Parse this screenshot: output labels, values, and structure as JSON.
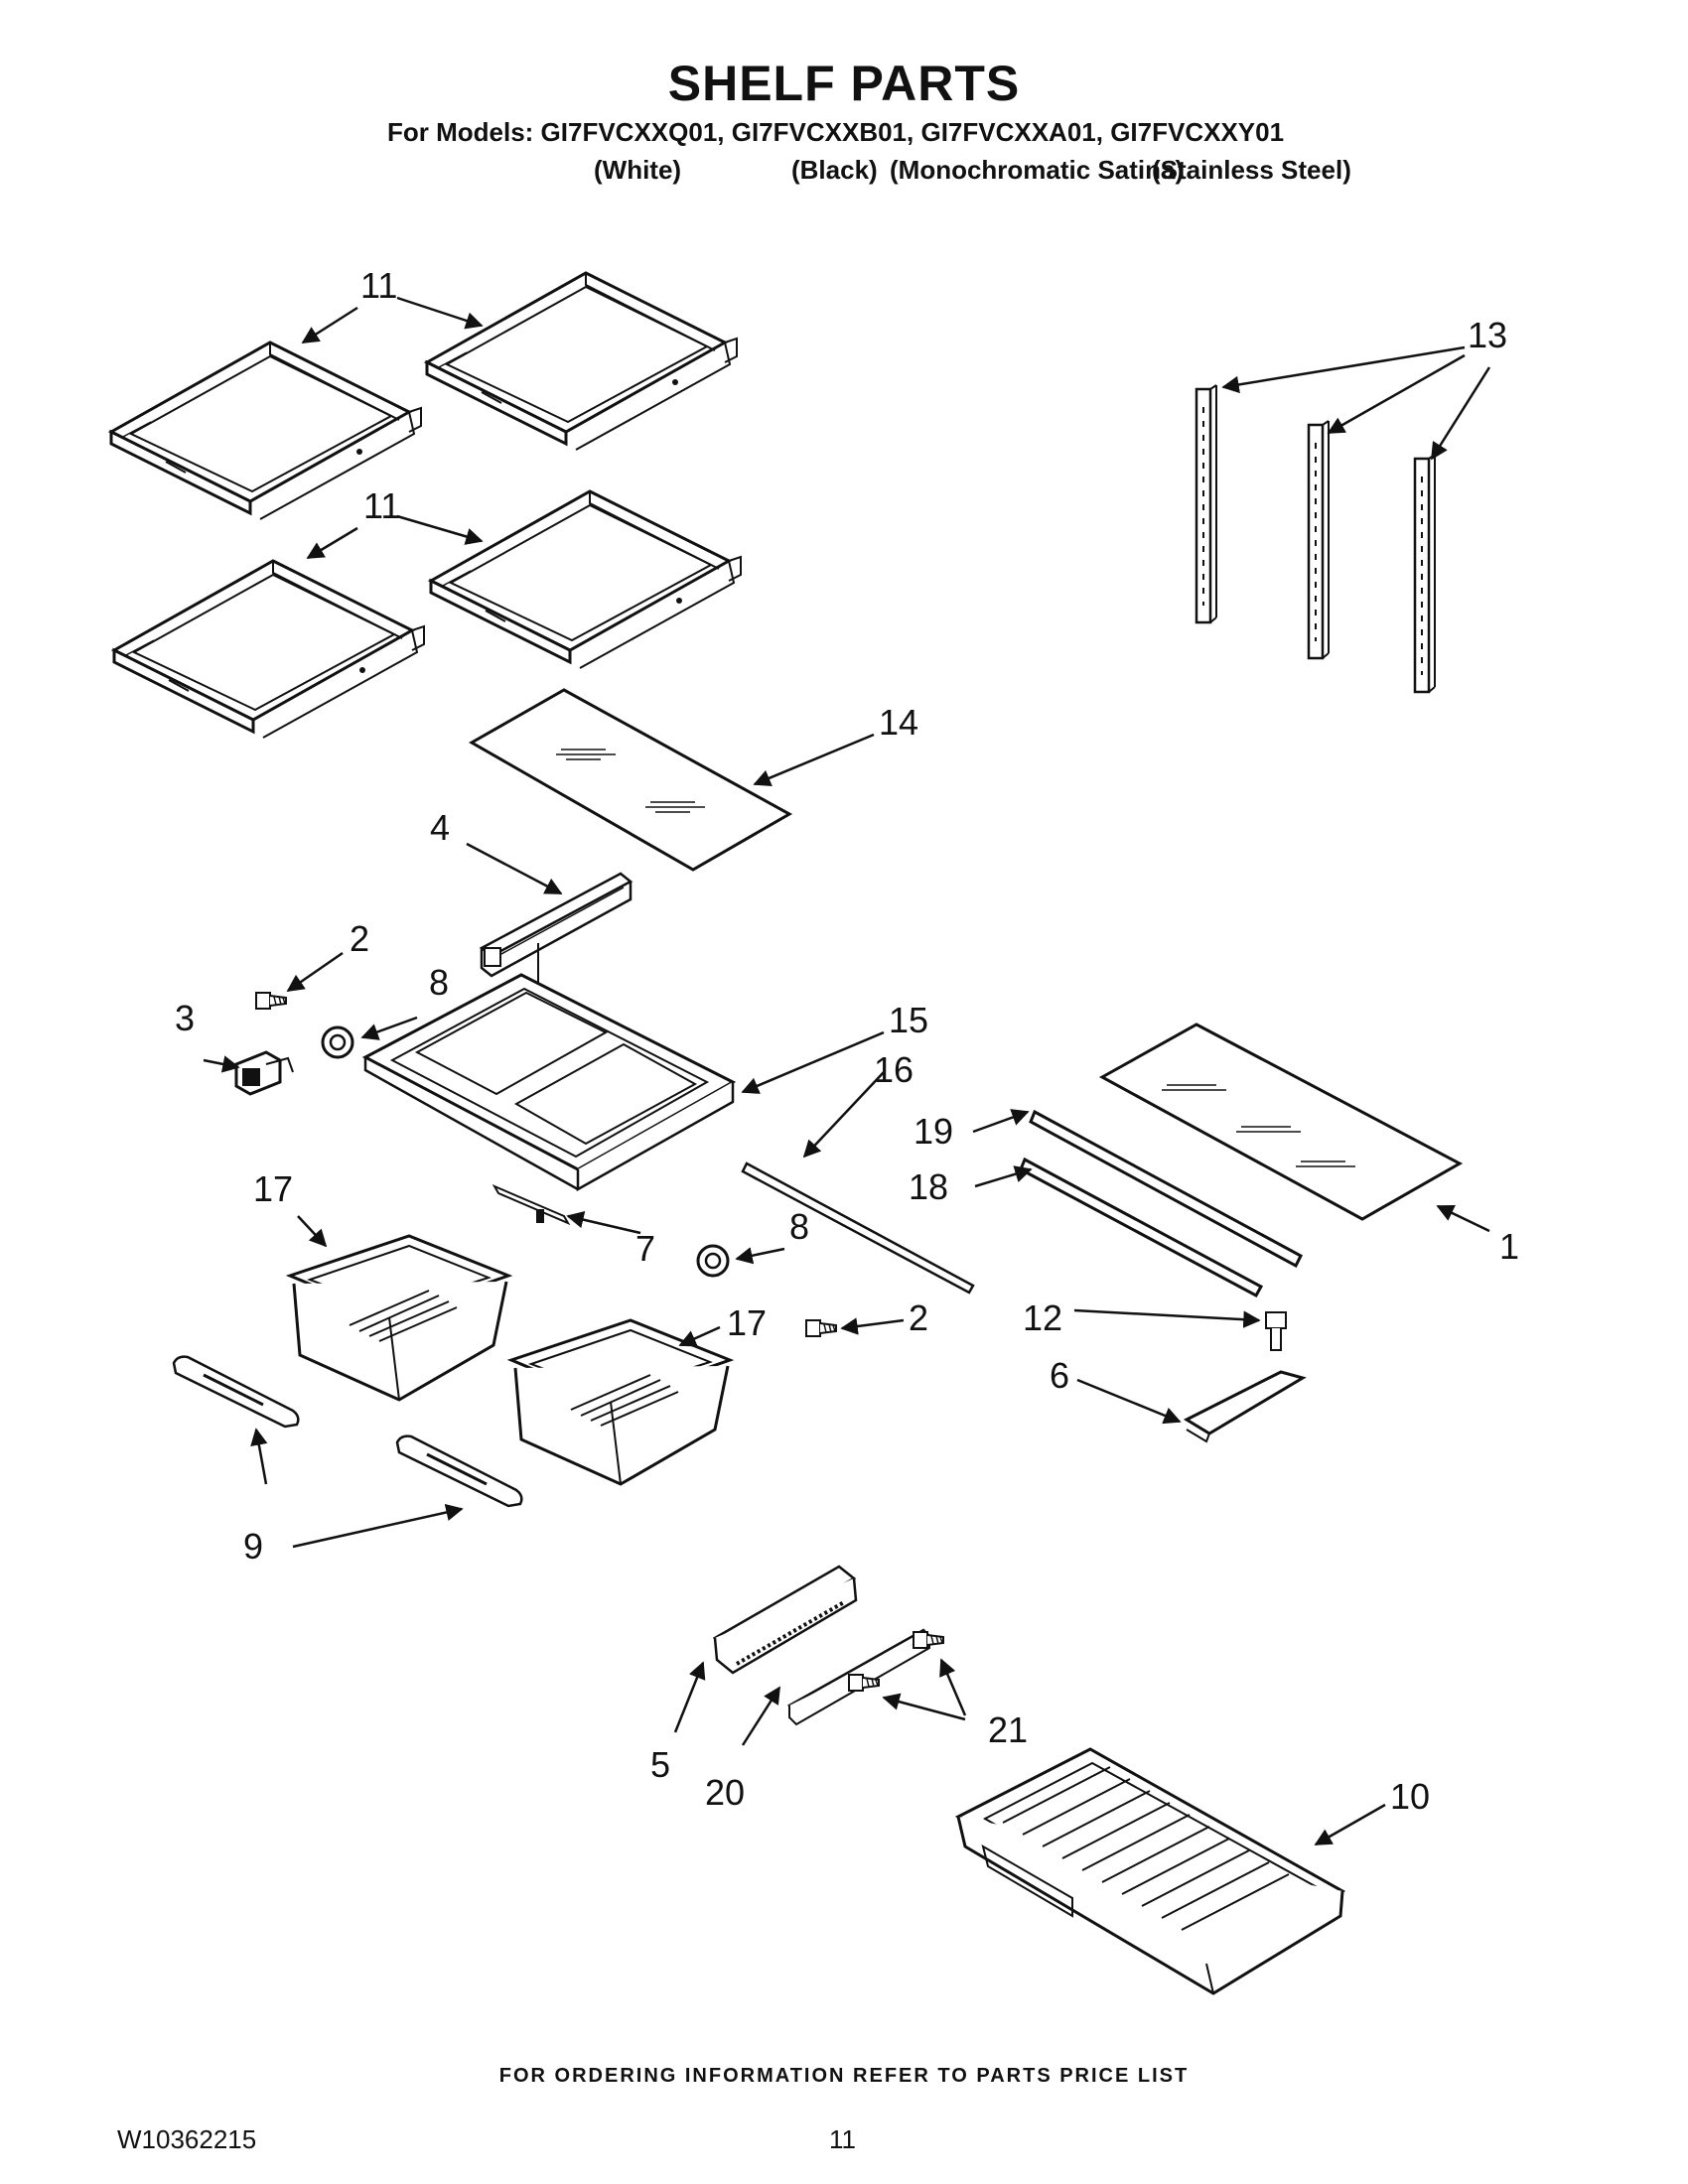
{
  "header": {
    "title": "SHELF PARTS",
    "models_line": "For Models: GI7FVCXXQ01, GI7FVCXXB01, GI7FVCXXA01, GI7FVCXXY01",
    "colors": [
      "(White)",
      "(Black)",
      "(Monochromatic Satina)",
      "(Stainless Steel)"
    ]
  },
  "callouts": {
    "c1": "1",
    "c2a": "2",
    "c2b": "2",
    "c3": "3",
    "c4": "4",
    "c5": "5",
    "c6": "6",
    "c7": "7",
    "c8a": "8",
    "c8b": "8",
    "c9": "9",
    "c10": "10",
    "c11a": "11",
    "c11b": "11",
    "c12": "12",
    "c13": "13",
    "c14": "14",
    "c15": "15",
    "c16": "16",
    "c17a": "17",
    "c17b": "17",
    "c18": "18",
    "c19": "19",
    "c20": "20",
    "c21": "21"
  },
  "footer": {
    "ordering_note": "FOR ORDERING INFORMATION REFER TO PARTS PRICE LIST",
    "doc_number": "W10362215",
    "page_number": "11"
  }
}
